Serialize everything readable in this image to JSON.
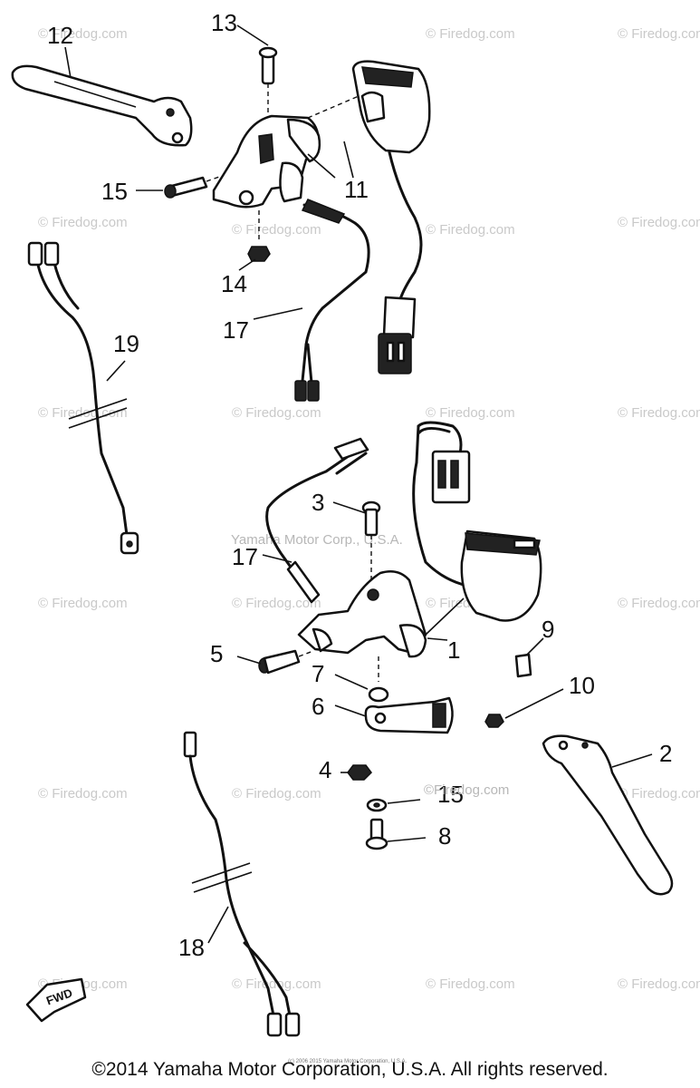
{
  "callouts": {
    "c1": "1",
    "c2": "2",
    "c3": "3",
    "c4": "4",
    "c5": "5",
    "c6": "6",
    "c7": "7",
    "c8": "8",
    "c9": "9",
    "c10": "10",
    "c11": "11",
    "c12": "12",
    "c13": "13",
    "c14": "14",
    "c15a": "15",
    "c15b": "15",
    "c17a": "17",
    "c17b": "17",
    "c18": "18",
    "c19": "19"
  },
  "watermark": {
    "text": "© Firedog.com",
    "center_text": "Yamaha Motor Corp., U.S.A.",
    "inline_text": "©Firedog.com",
    "tiny_text": "(c) 2006 2015 Yamaha Motor Corporation, U.S.A."
  },
  "fwd_icon": "FWD",
  "copyright": "©2014 Yamaha Motor Corporation, U.S.A. All rights reserved."
}
